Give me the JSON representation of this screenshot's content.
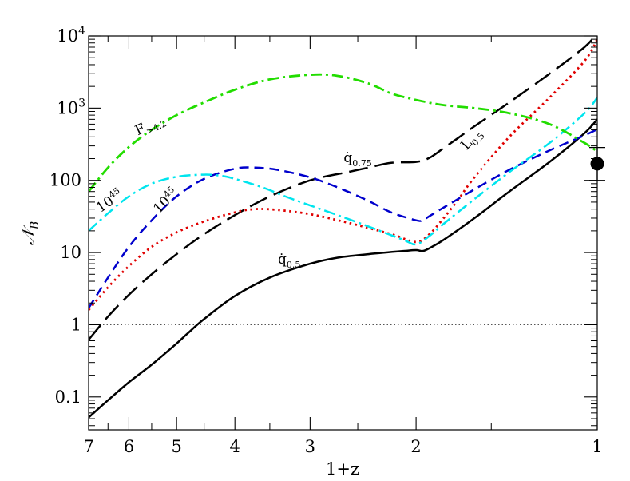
{
  "chart_data": {
    "type": "line",
    "title": "",
    "xlabel": "1+z",
    "ylabel_main": "𝒩",
    "ylabel_sub": "B",
    "x_scale": "log",
    "y_scale": "log",
    "x_reversed": true,
    "xlim": [
      7,
      1
    ],
    "ylim": [
      0.035,
      10000
    ],
    "grid": false,
    "x_ticks": [
      {
        "value": 7,
        "label": "7"
      },
      {
        "value": 6,
        "label": "6"
      },
      {
        "value": 5,
        "label": "5"
      },
      {
        "value": 4,
        "label": "4"
      },
      {
        "value": 3,
        "label": "3"
      },
      {
        "value": 2,
        "label": "2"
      },
      {
        "value": 1,
        "label": "1"
      }
    ],
    "y_ticks": [
      {
        "value": 0.1,
        "label": "0.1"
      },
      {
        "value": 1,
        "label": "1"
      },
      {
        "value": 10,
        "label": "10"
      },
      {
        "value": 100,
        "label": "100"
      },
      {
        "value": 1000,
        "base": "10",
        "exp": "3"
      },
      {
        "value": 10000,
        "base": "10",
        "exp": "4"
      }
    ],
    "reference_line": {
      "y": 1,
      "style": "dotted",
      "color": "#555555"
    },
    "series": [
      {
        "key": "q05",
        "color": "#000000",
        "dash": "",
        "width": 2.5,
        "x": [
          7,
          6.5,
          6,
          5.5,
          5,
          4.8,
          4.5,
          4,
          3.5,
          3,
          2.7,
          2.4,
          2.1,
          2.0,
          1.95,
          1.9,
          1.8,
          1.6,
          1.4,
          1.2,
          1.05,
          1.0
        ],
        "y": [
          0.052,
          0.09,
          0.16,
          0.28,
          0.55,
          0.75,
          1.2,
          2.5,
          4.5,
          7.0,
          8.5,
          9.5,
          10.5,
          10.8,
          10.5,
          11.5,
          15,
          30,
          70,
          180,
          450,
          700
        ]
      },
      {
        "key": "q075",
        "color": "#000000",
        "dash": "24 9",
        "width": 2.5,
        "x": [
          7,
          6.5,
          6,
          5.5,
          5,
          4.5,
          4,
          3.5,
          3,
          2.6,
          2.4,
          2.2,
          2.0,
          1.9,
          1.8,
          1.7,
          1.6,
          1.4,
          1.2,
          1.05,
          1.0
        ],
        "y": [
          0.62,
          1.3,
          2.6,
          5,
          9.5,
          18,
          33,
          60,
          100,
          130,
          150,
          175,
          180,
          205,
          280,
          390,
          560,
          1200,
          3000,
          7000,
          11000
        ]
      },
      {
        "key": "L05",
        "color": "#e00000",
        "dash": "2.5 4.5",
        "width": 2.8,
        "x": [
          7,
          6.5,
          6,
          5.5,
          5,
          4.5,
          4,
          3.7,
          3.4,
          3,
          2.6,
          2.2,
          2.0,
          1.9,
          1.8,
          1.7,
          1.6,
          1.4,
          1.2,
          1.05,
          1.0
        ],
        "y": [
          1.6,
          3.3,
          6.5,
          12,
          19,
          27,
          36,
          40,
          39,
          34,
          26,
          18,
          14,
          18,
          30,
          55,
          110,
          400,
          1400,
          4500,
          9000
        ]
      },
      {
        "key": "blue45",
        "color": "#0000cc",
        "dash": "12 7",
        "width": 2.5,
        "x": [
          7,
          6.5,
          6,
          5.5,
          5,
          4.5,
          4,
          3.7,
          3.4,
          3,
          2.7,
          2.4,
          2.2,
          2.0,
          1.95,
          1.9,
          1.8,
          1.6,
          1.4,
          1.2,
          1.05,
          1.0
        ],
        "y": [
          1.7,
          4.5,
          12,
          28,
          60,
          105,
          145,
          150,
          140,
          110,
          80,
          52,
          36,
          28,
          28,
          32,
          42,
          75,
          140,
          260,
          420,
          510
        ]
      },
      {
        "key": "cyan45",
        "color": "#00e5ee",
        "dash": "14 5 3 5",
        "width": 2.5,
        "x": [
          7,
          6.5,
          6,
          5.5,
          5,
          4.5,
          4.2,
          4,
          3.6,
          3.3,
          3,
          2.7,
          2.4,
          2.1,
          2.0,
          1.9,
          1.8,
          1.6,
          1.4,
          1.2,
          1.05,
          1.0
        ],
        "y": [
          20,
          35,
          60,
          90,
          112,
          120,
          115,
          105,
          80,
          60,
          45,
          33,
          23,
          15,
          13,
          17,
          25,
          55,
          130,
          330,
          850,
          1400
        ]
      },
      {
        "key": "F42",
        "color": "#22dd00",
        "dash": "14 5 3 5",
        "width": 2.8,
        "x": [
          7,
          6.5,
          6,
          5.5,
          5,
          4.5,
          4,
          3.5,
          3,
          2.7,
          2.4,
          2.2,
          2.0,
          1.8,
          1.6,
          1.4,
          1.2,
          1.05,
          1.0
        ],
        "y": [
          70,
          150,
          290,
          500,
          800,
          1200,
          1800,
          2500,
          2900,
          2800,
          2200,
          1600,
          1300,
          1100,
          1000,
          850,
          600,
          330,
          250
        ]
      }
    ],
    "point": {
      "x": 1.0,
      "y": 170,
      "err_low": 100,
      "err_high": 285,
      "color": "#000000"
    },
    "labels": [
      {
        "main": "F",
        "sub": ">4.2",
        "x": 5.5,
        "y": 520,
        "angle": -26,
        "key": "F42"
      },
      {
        "main": "10",
        "sup": "45",
        "x": 6.4,
        "y": 46,
        "angle": -35,
        "key": "cyan45"
      },
      {
        "main": "10",
        "sup": "45",
        "x": 5.15,
        "y": 47,
        "angle": -45,
        "key": "blue45"
      },
      {
        "main": "q̇",
        "sub": "0.75",
        "x": 2.5,
        "y": 178,
        "angle": 0,
        "key": "q075"
      },
      {
        "main": "q̇",
        "sub": "0.5",
        "x": 3.25,
        "y": 7.0,
        "angle": 0,
        "key": "q05"
      },
      {
        "main": "L",
        "sub": "0.5",
        "x": 1.6,
        "y": 340,
        "angle": -48,
        "key": "L05"
      }
    ]
  }
}
